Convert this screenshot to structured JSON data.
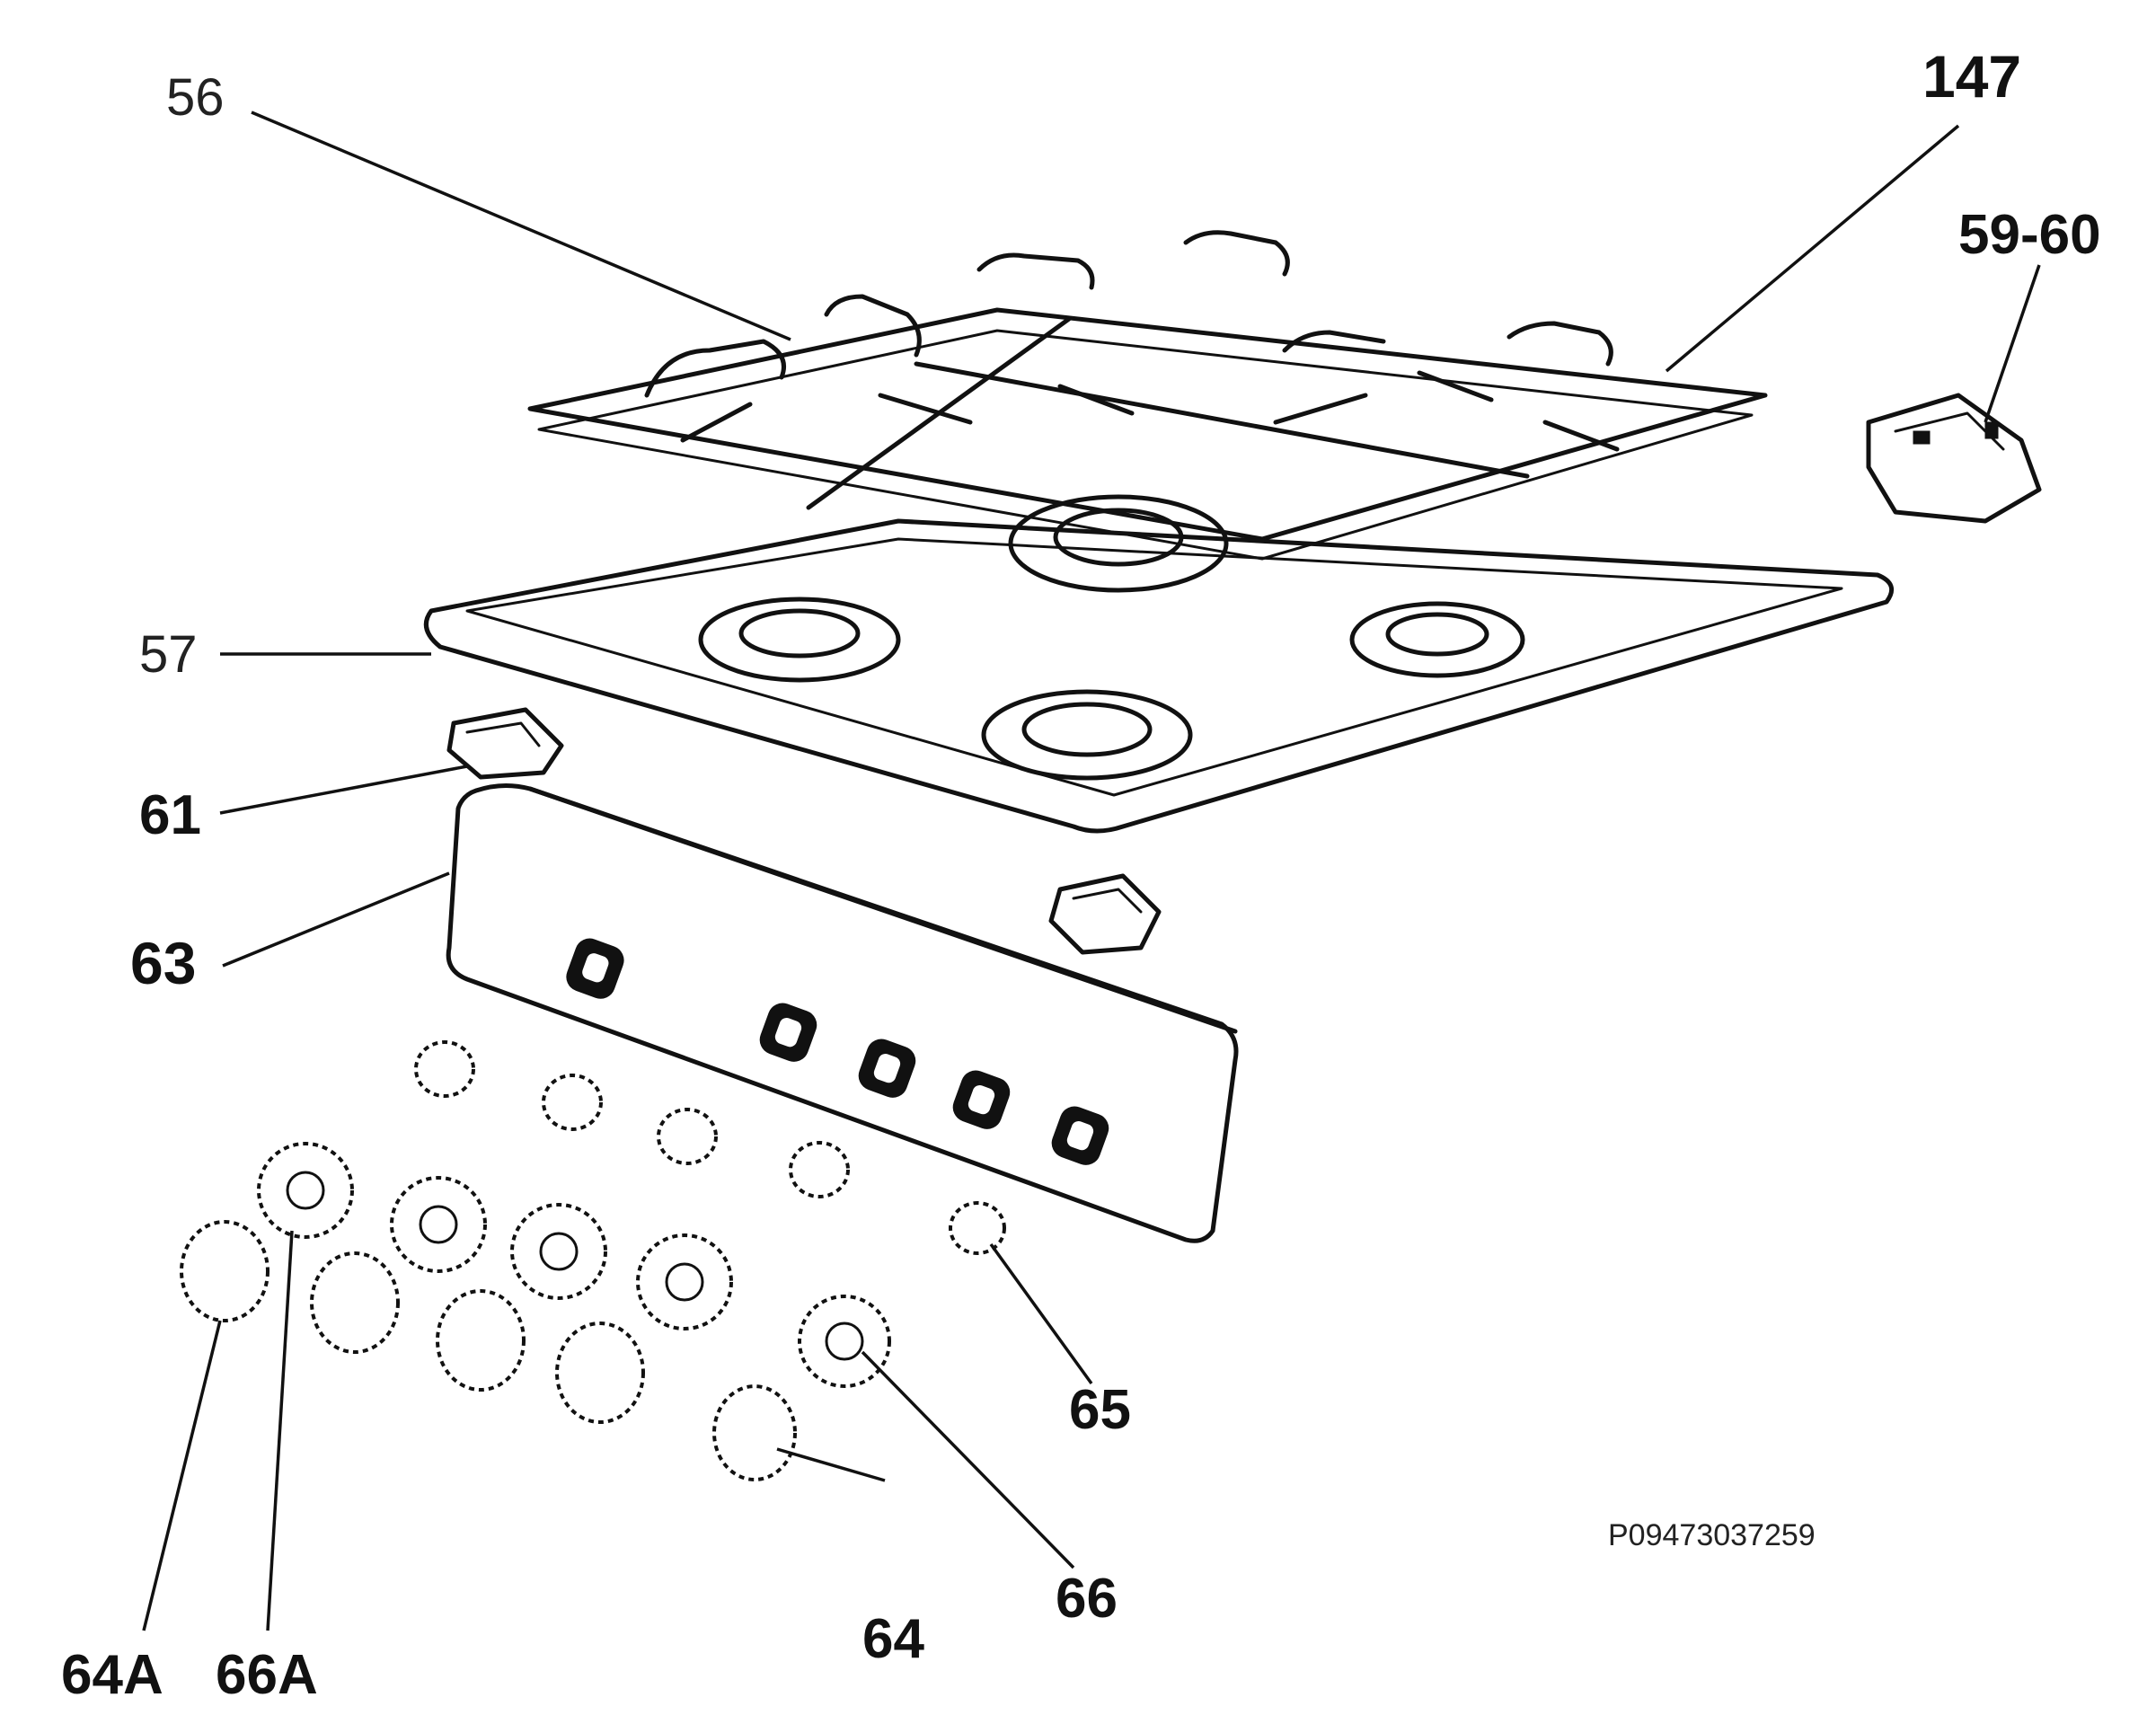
{
  "diagram": {
    "reference_code": "P09473037259",
    "labels": {
      "l56": "56",
      "l147": "147",
      "l59_60": "59-60",
      "l57": "57",
      "l61": "61",
      "l63": "63",
      "l65": "65",
      "l64": "64",
      "l66": "66",
      "l64A": "64A",
      "l66A": "66A"
    }
  }
}
